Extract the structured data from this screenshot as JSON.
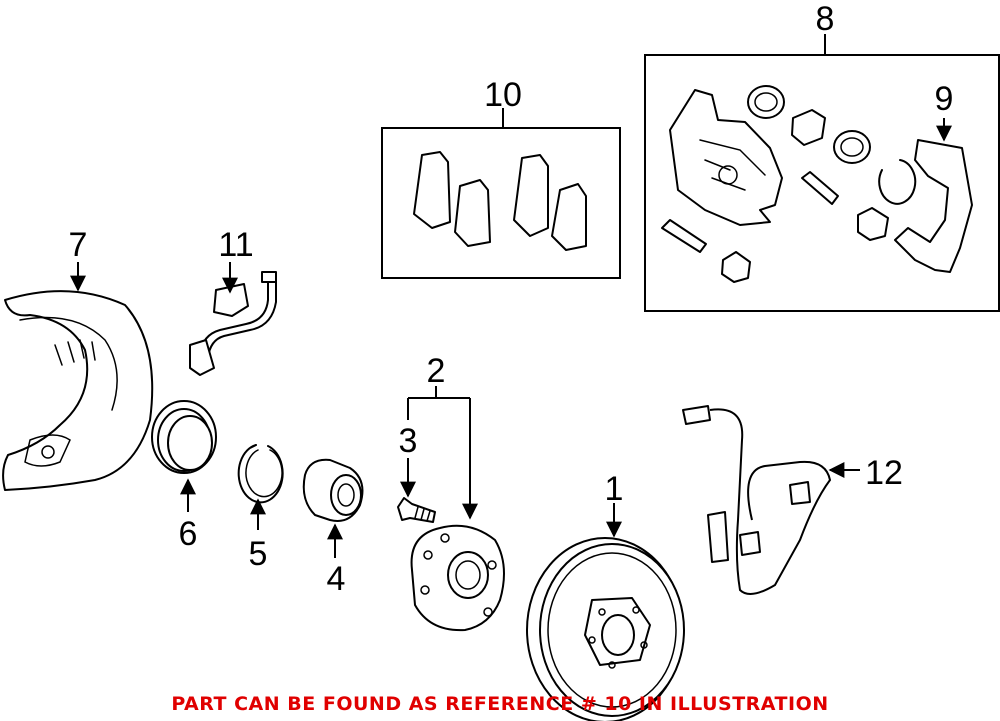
{
  "diagram": {
    "callouts": [
      "1",
      "2",
      "3",
      "4",
      "5",
      "6",
      "7",
      "8",
      "9",
      "10",
      "11",
      "12"
    ],
    "note": "PART CAN BE FOUND AS REFERENCE # 10 IN ILLUSTRATION",
    "colors": {
      "line": "#000000",
      "note": "#e00000",
      "background": "#ffffff"
    }
  }
}
